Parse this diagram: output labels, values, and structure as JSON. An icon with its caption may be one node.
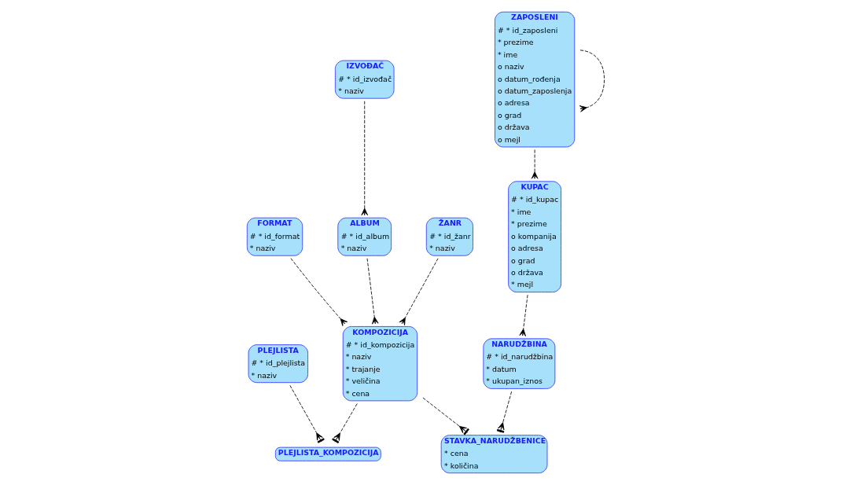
{
  "diagram": {
    "nodes": [
      {
        "text": [
          "NARUDŽBINA",
          "# * id_narudžbina",
          "* datum",
          "* ukupan_iznos"
        ]
      },
      {
        "text": [
          "KUPAC",
          "# * id_kupac",
          "* ime",
          "* prezime",
          "o kompanija",
          "o adresa",
          "o grad",
          "o država",
          "* mejl"
        ]
      },
      {
        "text": [
          "ZAPOSLENI",
          "# * id_zaposleni",
          "* prezime",
          "* ime",
          "o naziv",
          "o datum_rođenja",
          "o datum_zaposlenja",
          "o adresa",
          "o grad",
          "o država",
          "o mejl"
        ]
      },
      {
        "text": [
          "STAVKA_NARUDŽBENICE",
          "* cena",
          "* količina"
        ]
      },
      {
        "text": [
          "FORMAT",
          "# * id_format",
          "* naziv"
        ]
      },
      {
        "text": [
          "KOMPOZICIJA",
          "# * id_kompozicija",
          "* naziv",
          "* trajanje",
          "* veličina",
          "* cena"
        ]
      },
      {
        "text": [
          "ALBUM",
          "# * id_album",
          "* naziv"
        ]
      },
      {
        "text": [
          "ŽANR",
          "# * id_žanr",
          "* naziv"
        ]
      },
      {
        "text": [
          "PLEJLISTA",
          "# * id_plejlista",
          "* naziv"
        ]
      },
      {
        "text": [
          "PLEJLISTA_KOMPOZICIJA"
        ]
      },
      {
        "text": [
          "IZVOĐAČ",
          "# * id_izvođač",
          "* naziv"
        ]
      }
    ],
    "edges": [
      {
        "from": 1,
        "to": 0,
        "arrow": "other",
        "style": "dashed"
      },
      {
        "from": 2,
        "to": 1,
        "arrow": "other",
        "style": "dashed"
      },
      {
        "from": 2,
        "to": 2,
        "arrow": "other",
        "style": "dashed"
      },
      {
        "from": 0,
        "to": 3,
        "arrow": "other",
        "style": "dashed"
      },
      {
        "from": 5,
        "to": 3,
        "arrow": "other",
        "style": "dashed"
      },
      {
        "from": 4,
        "to": 5,
        "arrow": "other",
        "style": "dashed"
      },
      {
        "from": 7,
        "to": 5,
        "arrow": "other",
        "style": "dashed"
      },
      {
        "from": 6,
        "to": 5,
        "arrow": "other",
        "style": "dashed"
      },
      {
        "from": 10,
        "to": 6,
        "arrow": "other",
        "style": "dashed"
      },
      {
        "from": 5,
        "to": 9,
        "arrow": "other",
        "style": "dashed"
      },
      {
        "from": 8,
        "to": 9,
        "arrow": "other",
        "style": "dashed"
      }
    ]
  }
}
